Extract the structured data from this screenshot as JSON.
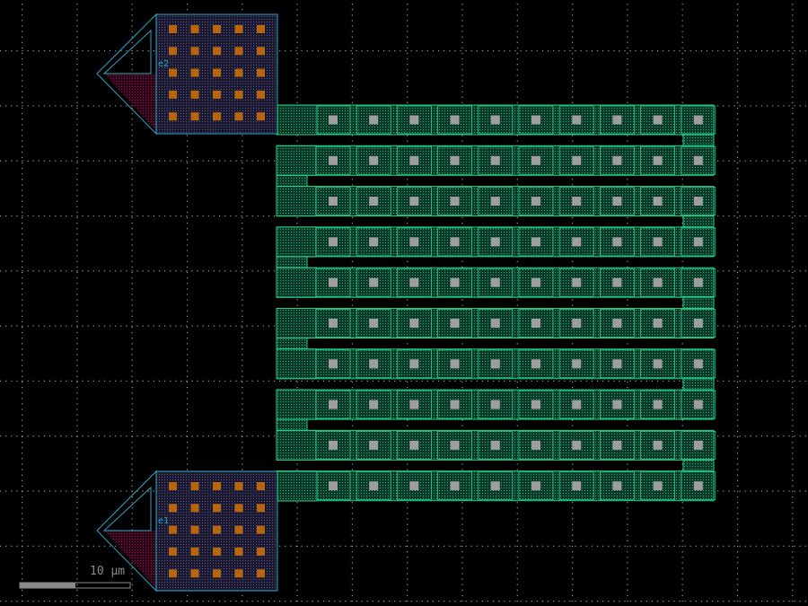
{
  "layout_view": {
    "background": "#000000",
    "grid_dot_color": "#9a9a9a",
    "colors": {
      "finger_outline": "#22d08a",
      "finger_fill": "#0f4a33",
      "contact": "#9e9e9e",
      "pad_outline": "#2aa6c0",
      "pad_fill": "#1e1e3a",
      "via": "#b8660e",
      "taper_fill": "#5a1030",
      "port_text": "#2aa6c0"
    },
    "ports": [
      {
        "id": "top",
        "label": "e2"
      },
      {
        "id": "bottom",
        "label": "e1"
      }
    ],
    "finger_count": 10,
    "contacts_per_finger": 10,
    "pad_via_rows": 5,
    "pad_via_cols": 5
  },
  "scale_bar": {
    "label": "10 μm",
    "color": "#8a8a8a"
  }
}
